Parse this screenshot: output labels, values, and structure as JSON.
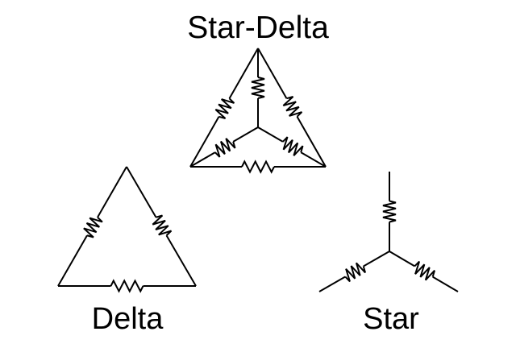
{
  "canvas": {
    "background": "#ffffff",
    "stroke": "#000000"
  },
  "figures": {
    "star_delta": {
      "label": "Star-Delta",
      "resistors": 6,
      "description": "Delta triangle of three resistors with a three-resistor star joined inside"
    },
    "delta": {
      "label": "Delta",
      "resistors": 3,
      "description": "Triangle network of three resistors"
    },
    "star": {
      "label": "Star",
      "resistors": 3,
      "description": "Y network of three resistors"
    }
  }
}
